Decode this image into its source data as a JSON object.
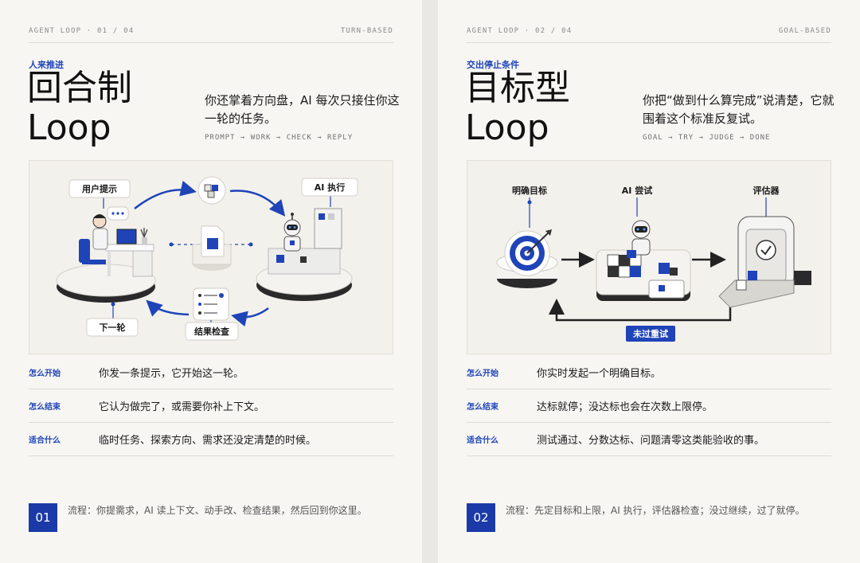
{
  "cards": [
    {
      "header_left": "AGENT LOOP · 01 / 04",
      "header_right": "TURN-BASED",
      "kicker": "人来推进",
      "title_line1": "回合制",
      "title_line2": "Loop",
      "tagline": "你还掌着方向盘，AI 每次只接住你这一轮的任务。",
      "flow": "PROMPT → WORK → CHECK → REPLY",
      "illustration_labels": [
        "用户提示",
        "AI 执行",
        "下一轮",
        "结果检查"
      ],
      "rows": [
        {
          "key": "怎么开始",
          "value": "你发一条提示，它开始这一轮。"
        },
        {
          "key": "怎么结束",
          "value": "它认为做完了，或需要你补上下文。"
        },
        {
          "key": "适合什么",
          "value": "临时任务、探索方向、需求还没定清楚的时候。"
        }
      ],
      "number": "01",
      "footer": "流程：你提需求，AI 读上下文、动手改、检查结果，然后回到你这里。"
    },
    {
      "header_left": "AGENT LOOP · 02 / 04",
      "header_right": "GOAL-BASED",
      "kicker": "交出停止条件",
      "title_line1": "目标型",
      "title_line2": "Loop",
      "tagline": "你把“做到什么算完成”说清楚，它就围着这个标准反复试。",
      "flow": "GOAL → TRY → JUDGE → DONE",
      "illustration_labels": [
        "明确目标",
        "AI 尝试",
        "评估器",
        "未过重试"
      ],
      "rows": [
        {
          "key": "怎么开始",
          "value": "你实时发起一个明确目标。"
        },
        {
          "key": "怎么结束",
          "value": "达标就停；没达标也会在次数上限停。"
        },
        {
          "key": "适合什么",
          "value": "测试通过、分数达标、问题清零这类能验收的事。"
        }
      ],
      "number": "02",
      "footer": "流程：先定目标和上限，AI 执行，评估器检查；没过继续，过了就停。"
    }
  ],
  "colors": {
    "accent": "#1f44b8",
    "badge": "#1b3aa8",
    "card_bg": "#f7f6f3",
    "page_bg": "#e9e8e4"
  }
}
